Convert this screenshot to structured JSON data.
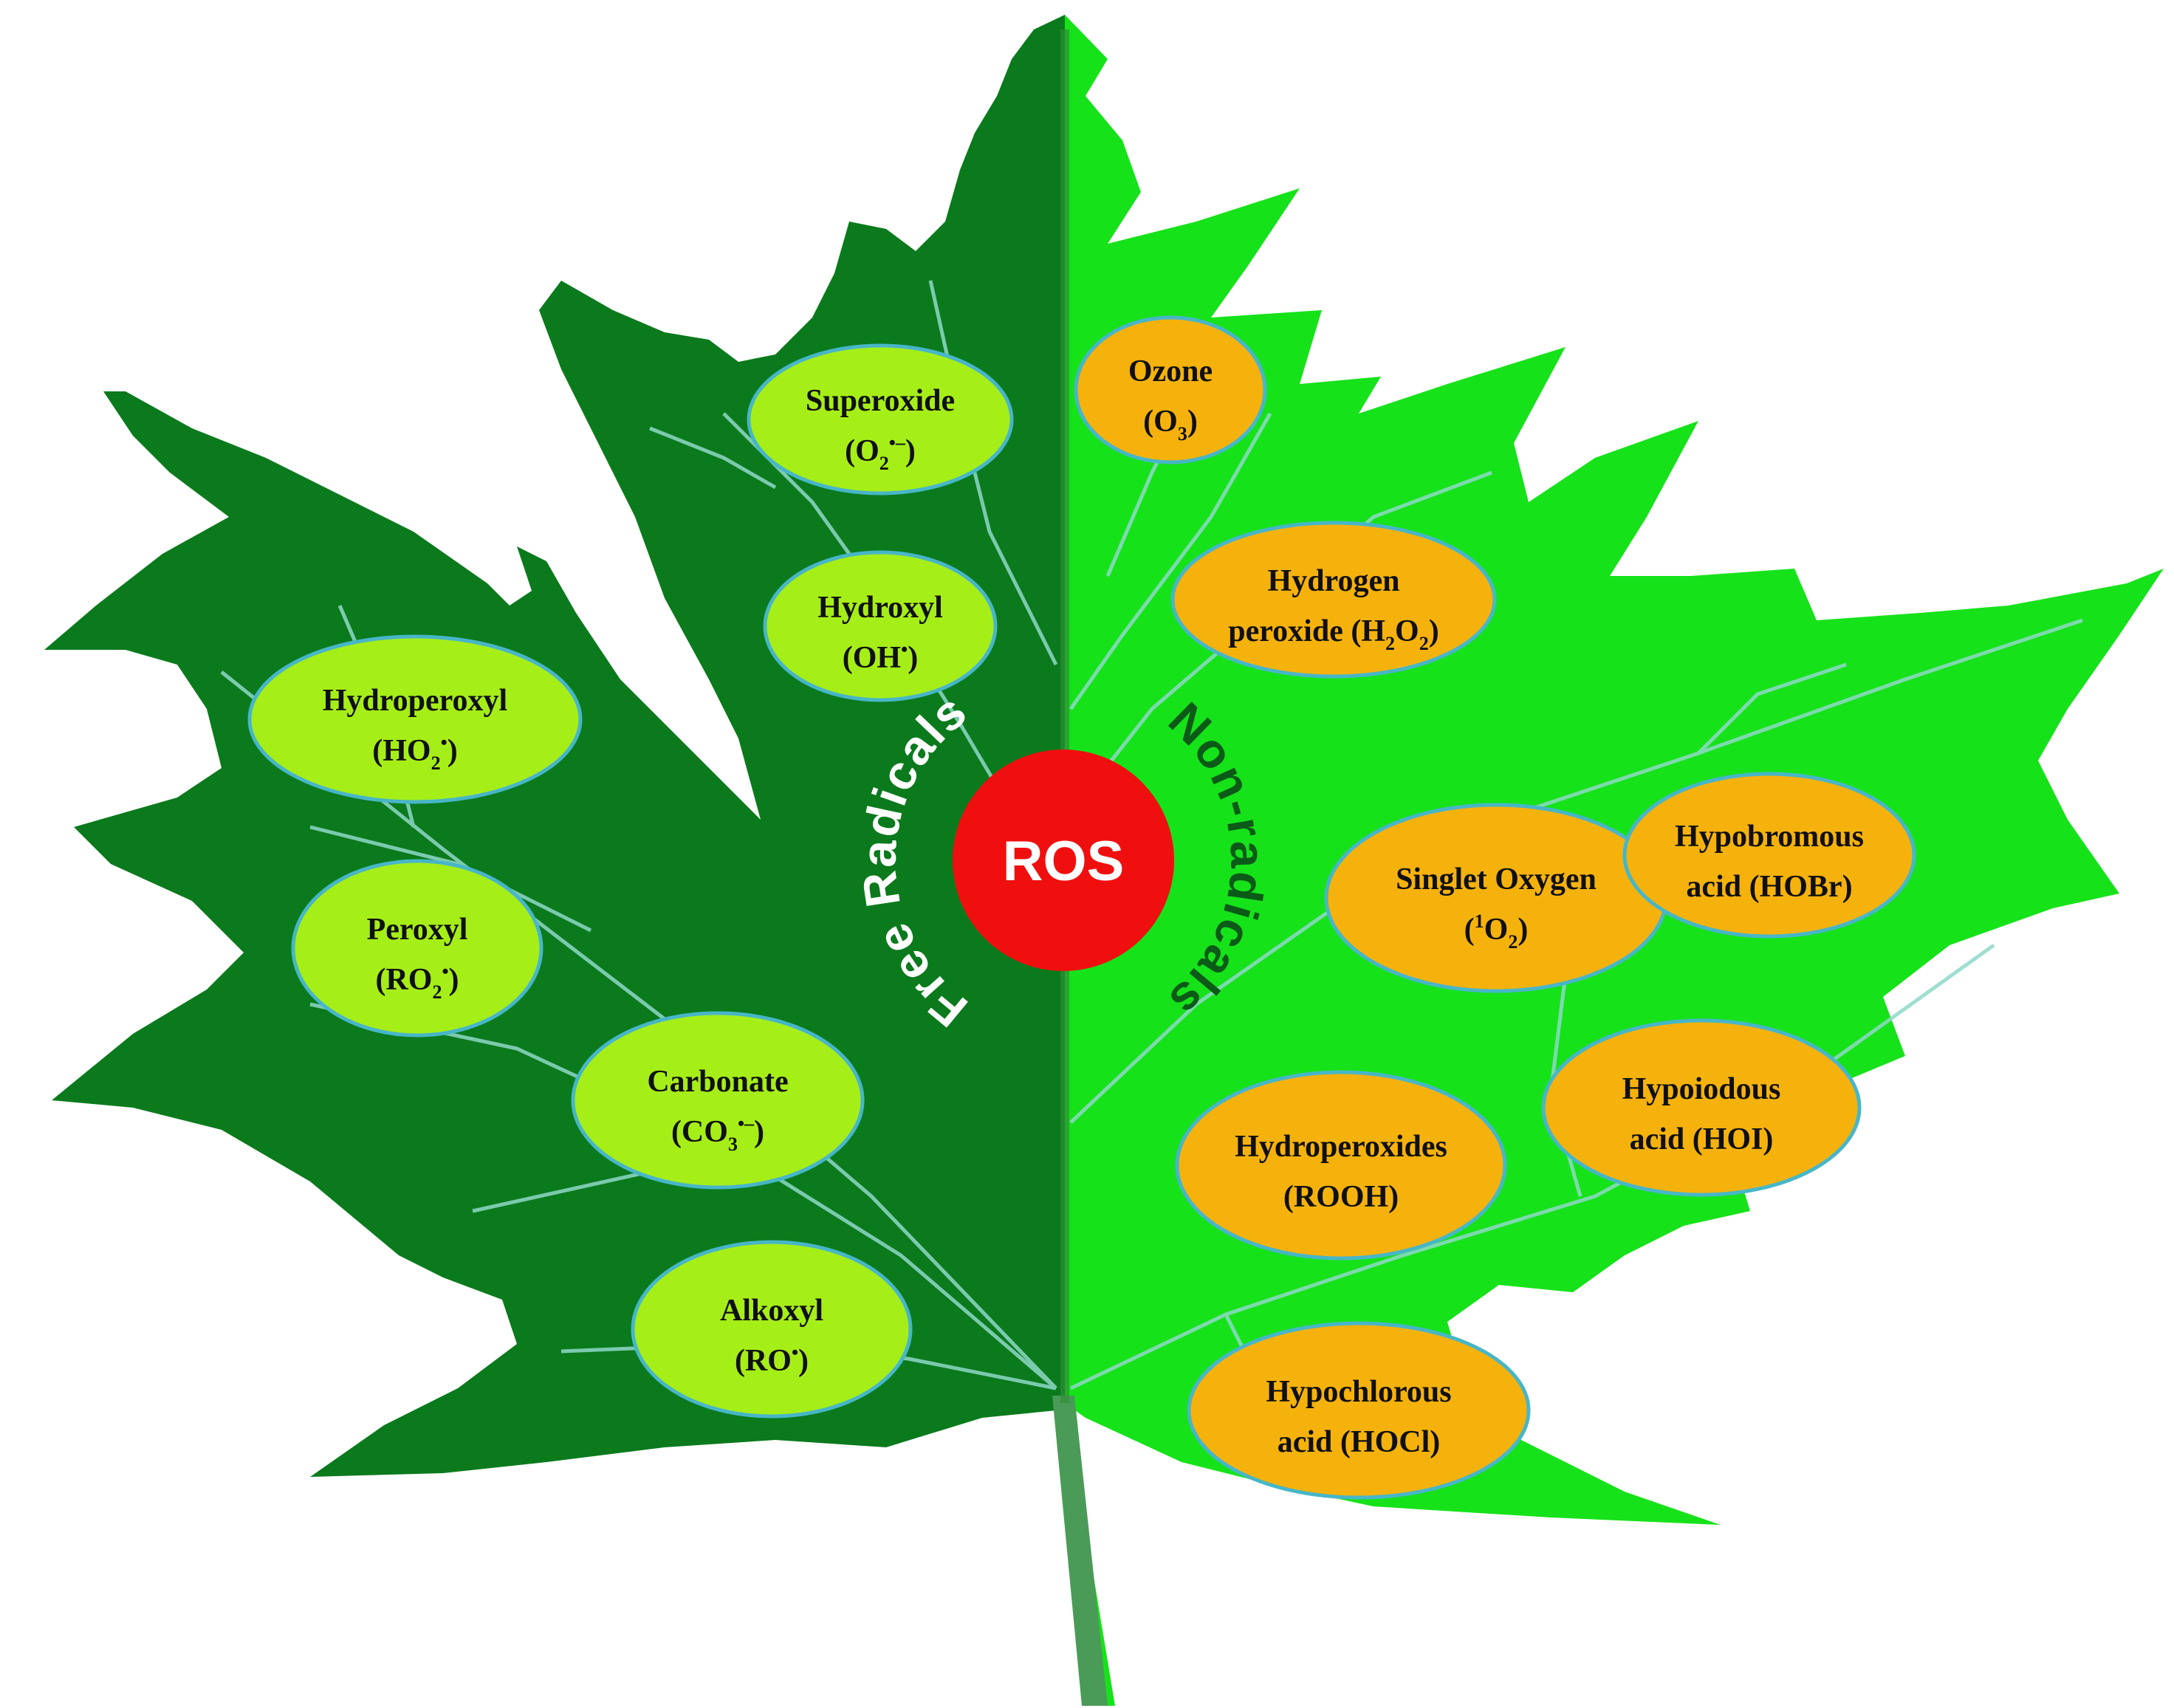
{
  "center": {
    "label": "ROS"
  },
  "arc_labels": {
    "left": "Free Radicals",
    "right": "Non-radicals"
  },
  "free_radicals": [
    {
      "name": "Superoxide",
      "formula": [
        "(O",
        {
          "sub": "2"
        },
        {
          "sup": "•–"
        },
        ")"
      ]
    },
    {
      "name": "Hydroxyl",
      "formula": [
        "(OH",
        {
          "sup": "•"
        },
        ")"
      ]
    },
    {
      "name": "Hydroperoxyl",
      "formula": [
        "(HO",
        {
          "sub": "2"
        },
        {
          "sup": "•"
        },
        ")"
      ]
    },
    {
      "name": "Peroxyl",
      "formula": [
        "(RO",
        {
          "sub": "2"
        },
        {
          "sup": "•"
        },
        ")"
      ]
    },
    {
      "name": "Carbonate",
      "formula": [
        "(CO",
        {
          "sub": "3"
        },
        {
          "sup": "•–"
        },
        ")"
      ]
    },
    {
      "name": "Alkoxyl",
      "formula": [
        "(RO",
        {
          "sup": "•"
        },
        ")"
      ]
    }
  ],
  "non_radicals": [
    {
      "name": "Ozone",
      "formula": [
        "(O",
        {
          "sub": "3"
        },
        ")"
      ]
    },
    {
      "name": "Hydrogen",
      "formula": [
        "peroxide (H",
        {
          "sub": "2"
        },
        "O",
        {
          "sub": "2"
        },
        ")"
      ]
    },
    {
      "name": "Singlet Oxygen",
      "formula": [
        "(",
        {
          "sup": "1"
        },
        "O",
        {
          "sub": "2"
        },
        ")"
      ]
    },
    {
      "name": "Hypobromous",
      "formula": [
        "acid (HOBr)"
      ]
    },
    {
      "name": "Hydroperoxides",
      "formula": [
        "(ROOH)"
      ]
    },
    {
      "name": "Hypoiodous",
      "formula": [
        "acid (HOI)"
      ]
    },
    {
      "name": "Hypochlorous",
      "formula": [
        "acid (HOCl)"
      ]
    }
  ],
  "colors": {
    "leaf_left": "#0a7a1c",
    "leaf_right": "#16e21a",
    "midrib": "#3aa040",
    "stem": "#4a9a58",
    "vein": "#8fd9c8",
    "radical_fill": "#a6ee18",
    "radical_stroke": "#47b6c8",
    "nonradical_fill": "#f6b20c",
    "nonradical_stroke": "#47b6c8",
    "ros_circle": "#f00f0f",
    "arc_left_text": "#ffffff",
    "arc_right_text": "#0b5a18"
  }
}
